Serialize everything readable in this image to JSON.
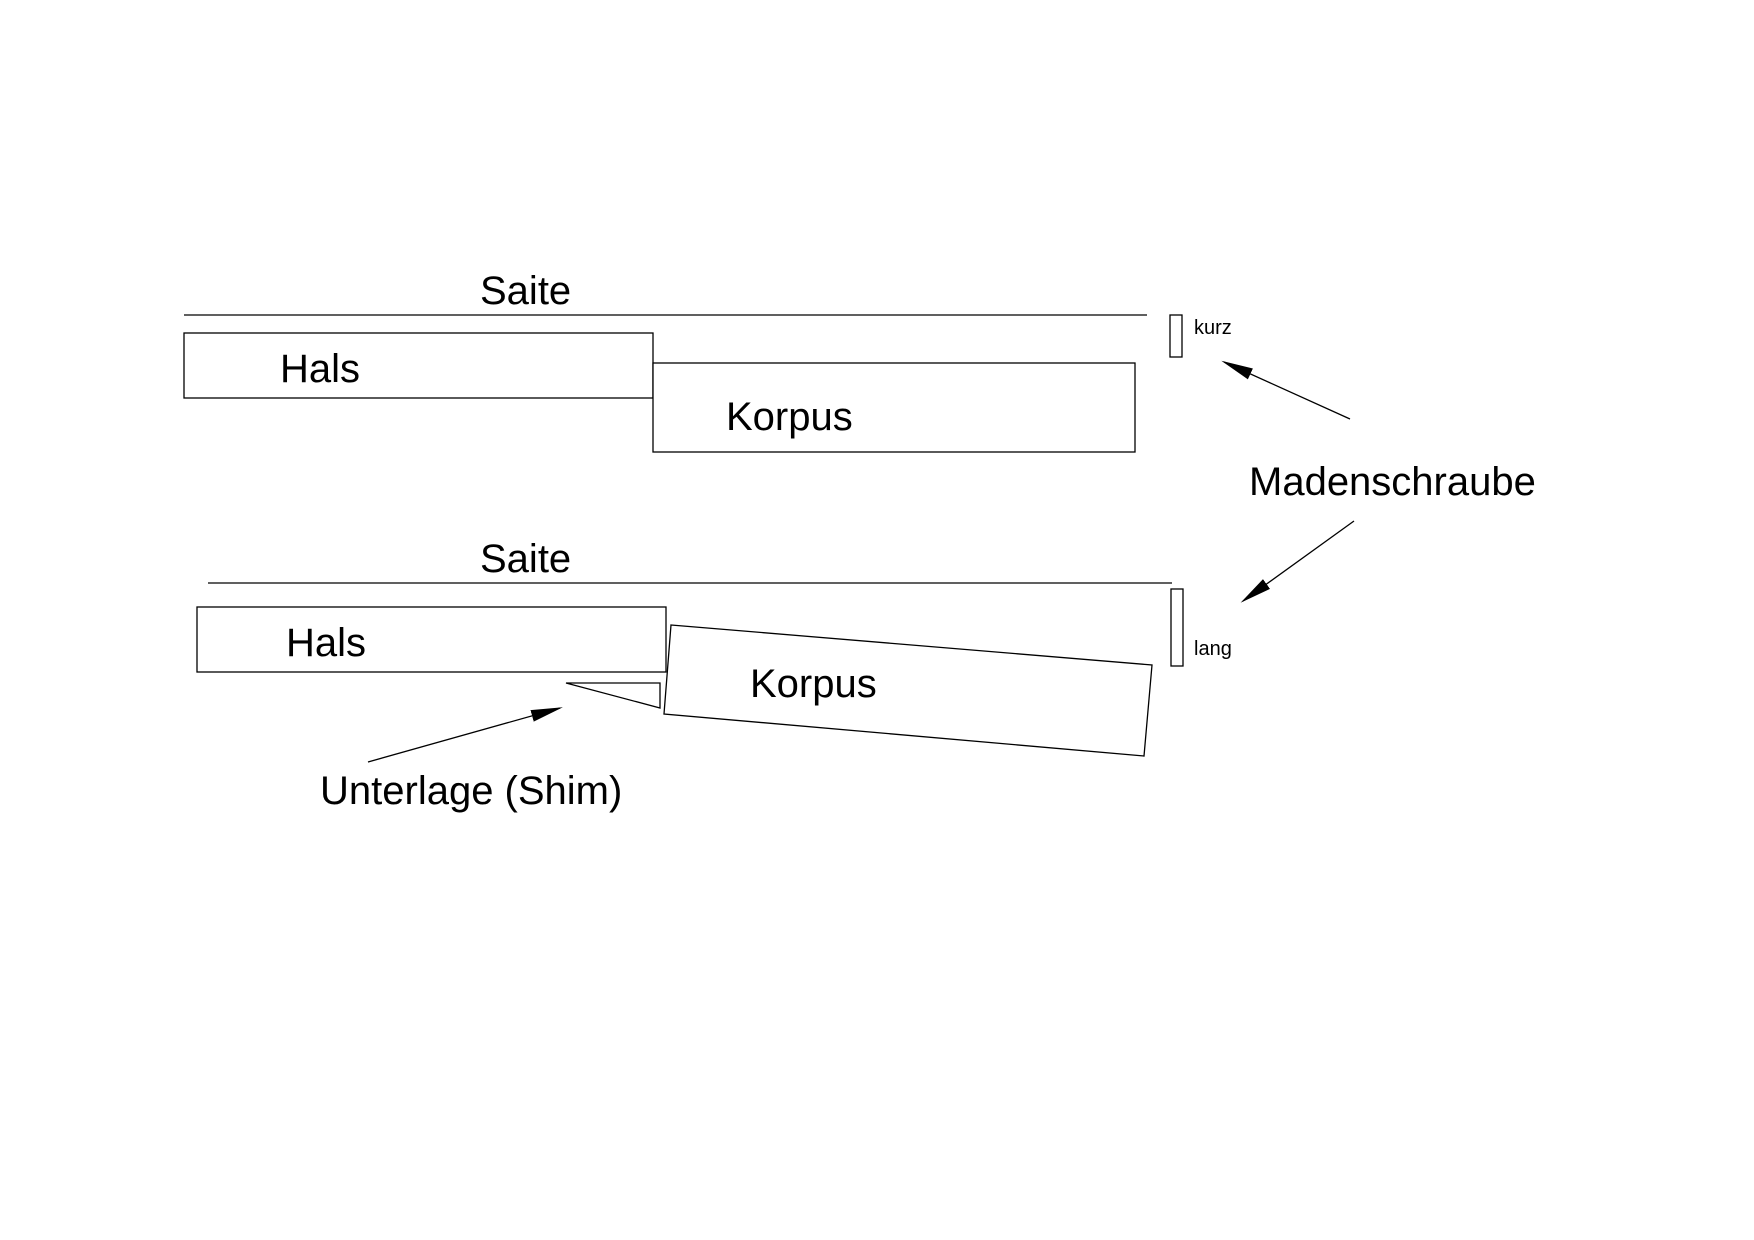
{
  "top_view": {
    "string_label": "Saite",
    "neck_label": "Hals",
    "body_label": "Korpus",
    "screw_size_label": "kurz"
  },
  "bottom_view": {
    "string_label": "Saite",
    "neck_label": "Hals",
    "body_label": "Korpus",
    "screw_size_label": "lang",
    "shim_label": "Unterlage (Shim)"
  },
  "callouts": {
    "set_screw_label": "Madenschraube"
  },
  "colors": {
    "stroke": "#000000",
    "background": "#ffffff"
  }
}
